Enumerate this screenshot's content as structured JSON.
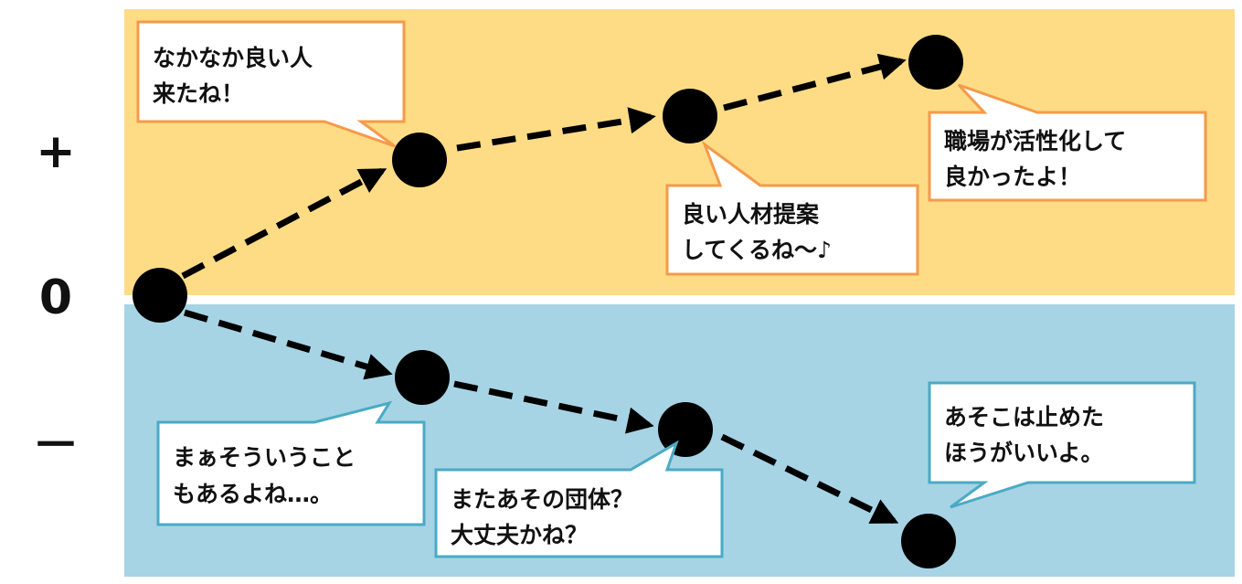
{
  "axis": {
    "plus": "+",
    "zero": "0",
    "minus": "－"
  },
  "colors": {
    "positive_zone": "#fddc85",
    "negative_zone": "#a7d4e4",
    "positive_border": "#f59a4a",
    "negative_border": "#4aaac5",
    "node": "#000000"
  },
  "positive_bubbles": [
    {
      "lines": [
        "なかなか良い人",
        "来たね！"
      ]
    },
    {
      "lines": [
        "良い人材提案",
        "してくるね～♪"
      ]
    },
    {
      "lines": [
        "職場が活性化して",
        "良かったよ！"
      ]
    }
  ],
  "negative_bubbles": [
    {
      "lines": [
        "まぁそういうこと",
        "もあるよね…。"
      ]
    },
    {
      "lines": [
        "またあその団体？",
        "大丈夫かね？"
      ]
    },
    {
      "lines": [
        "あそこは止めた",
        "ほうがいいよ。"
      ]
    }
  ]
}
